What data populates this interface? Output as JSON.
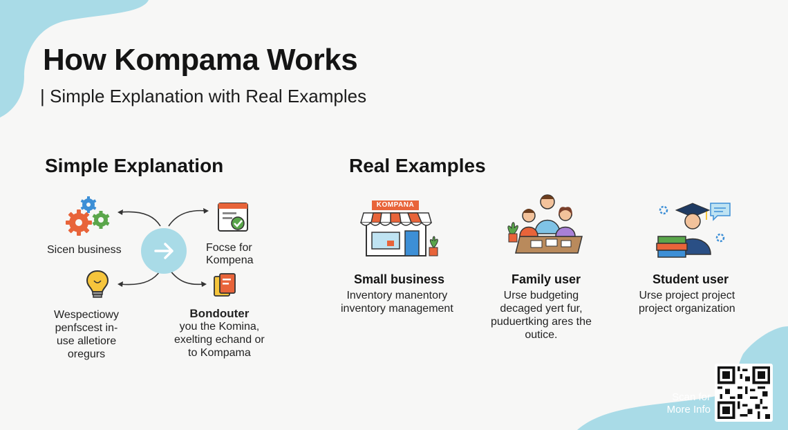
{
  "header": {
    "title": "How Kompama Works",
    "subtitle": "| Simple Explanation with Real Examples"
  },
  "simple_explanation": {
    "heading": "Simple Explanation",
    "items": [
      {
        "label": "Sicen business",
        "icon": "gears-icon"
      },
      {
        "label_lines": [
          "Focse for",
          "Kompena"
        ],
        "icon": "document-checklist-icon"
      },
      {
        "label_lines": [
          "Wespectiowy",
          "penfscest in-",
          "use alletiore",
          "oregurs"
        ],
        "icon": "lightbulb-icon"
      },
      {
        "title": "Bondouter",
        "label_lines": [
          "you the Komina,",
          "exelting echand or",
          "to Kompama"
        ],
        "icon": "files-icon"
      }
    ],
    "center_icon": "arrow-right-icon"
  },
  "real_examples": {
    "heading": "Real Examples",
    "store_sign": "KOMPANA",
    "items": [
      {
        "title": "Small business",
        "desc_lines": [
          "Inventory manentory",
          "inventory management"
        ],
        "icon": "storefront-icon"
      },
      {
        "title": "Family user",
        "desc_lines": [
          "Urse budgeting",
          "decaged yert fur,",
          "puduertking ares the",
          "outice."
        ],
        "icon": "family-icon"
      },
      {
        "title": "Student user",
        "desc_lines": [
          "Urse project project",
          "project organization"
        ],
        "icon": "student-icon"
      }
    ]
  },
  "qr": {
    "label_lines": [
      "Scan for",
      "More Info"
    ],
    "icon": "qr-code-icon"
  },
  "colors": {
    "background": "#f7f7f6",
    "blob": "#a9dbe7",
    "accent_orange": "#e8643a",
    "accent_green": "#5aa64b",
    "accent_blue": "#3d8fd6"
  }
}
